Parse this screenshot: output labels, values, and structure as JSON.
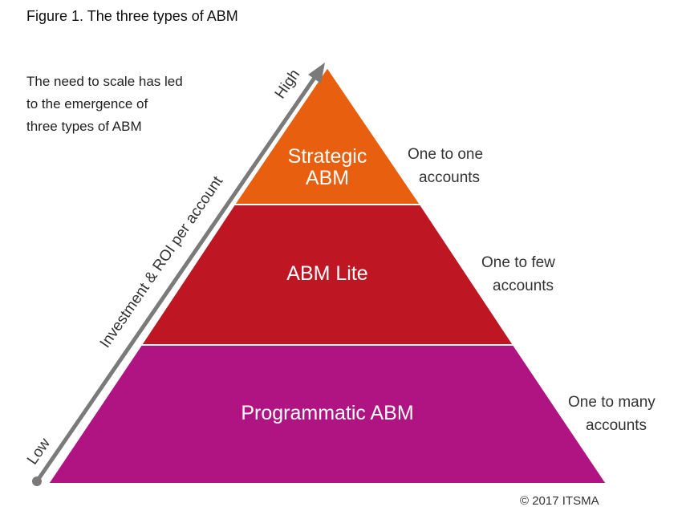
{
  "title": "Figure 1. The three types of ABM",
  "note": [
    "The need to scale has led",
    "to the emergence of",
    "three types of ABM"
  ],
  "axis": {
    "label": "Investment & ROI per account",
    "high": "High",
    "low": "Low"
  },
  "tiers": [
    {
      "label_lines": [
        "Strategic",
        "ABM"
      ],
      "side_lines": [
        "One to one",
        "accounts"
      ],
      "color": "#E8600F"
    },
    {
      "label_lines": [
        "ABM Lite"
      ],
      "side_lines": [
        "One to few",
        "accounts"
      ],
      "color": "#BE1622"
    },
    {
      "label_lines": [
        "Programmatic ABM"
      ],
      "side_lines": [
        "One to many",
        "accounts"
      ],
      "color": "#B01483"
    }
  ],
  "copyright": "© 2017 ITSMA",
  "colors": {
    "axis": "#7a7a7a"
  }
}
